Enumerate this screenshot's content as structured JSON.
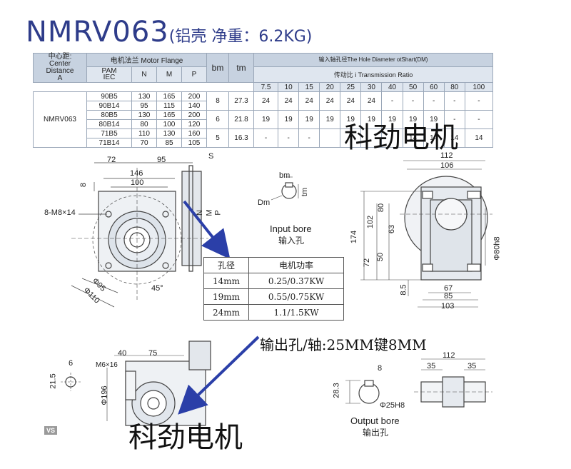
{
  "title": {
    "model": "NMRV063",
    "sub": "(铝壳 净重：6.2KG)"
  },
  "spec_table": {
    "center_distance_label": "中心距:",
    "center_distance_en": "Center Distance",
    "center_distance_sym": "A",
    "motor_flange_label": "电机法兰 Motor Flange",
    "pam_label": "PAM",
    "iec_label": "IEC",
    "cols": [
      "N",
      "M",
      "P",
      "bm",
      "tm"
    ],
    "input_bore_label": "输入轴孔径The Hole Diameter otShart(DM)",
    "ratio_label": "传动比 i Transmission Ratio",
    "ratios": [
      "7.5",
      "10",
      "15",
      "20",
      "25",
      "30",
      "40",
      "50",
      "60",
      "80",
      "100"
    ],
    "model": "NMRV063",
    "groups": [
      {
        "bm": "8",
        "tm": "27.3",
        "rows": [
          {
            "iec": "90B5",
            "n": "130",
            "m": "165",
            "p": "200"
          },
          {
            "iec": "90B14",
            "n": "95",
            "m": "115",
            "p": "140"
          }
        ],
        "bores": [
          "24",
          "24",
          "24",
          "24",
          "24",
          "24",
          "-",
          "-",
          "-",
          "-",
          "-"
        ]
      },
      {
        "bm": "6",
        "tm": "21.8",
        "rows": [
          {
            "iec": "80B5",
            "n": "130",
            "m": "165",
            "p": "200"
          },
          {
            "iec": "80B14",
            "n": "80",
            "m": "100",
            "p": "120"
          }
        ],
        "bores": [
          "19",
          "19",
          "19",
          "19",
          "19",
          "19",
          "19",
          "19",
          "19",
          "-",
          "-"
        ]
      },
      {
        "bm": "5",
        "tm": "16.3",
        "rows": [
          {
            "iec": "71B5",
            "n": "110",
            "m": "130",
            "p": "160"
          },
          {
            "iec": "71B14",
            "n": "70",
            "m": "85",
            "p": "105"
          }
        ],
        "bores": [
          "-",
          "-",
          "-",
          "",
          "",
          "",
          "",
          "14",
          "14",
          "14",
          "14"
        ]
      }
    ]
  },
  "watermark_top": "科劲电机",
  "watermark_bottom": "科劲电机",
  "power_table": {
    "h1": "孔径",
    "h2": "电机功率",
    "rows": [
      {
        "bore": "14mm",
        "power": "0.25/0.37KW"
      },
      {
        "bore": "19mm",
        "power": "0.55/0.75KW"
      },
      {
        "bore": "24mm",
        "power": "1.1/1.5KW"
      }
    ]
  },
  "output_note": "输出孔/轴:25MM键8MM",
  "input_bore": {
    "en": "Input bore",
    "cn": "输入孔",
    "bm": "bm",
    "tm": "tm",
    "dm": "Dm"
  },
  "output_bore": {
    "en": "Output bore",
    "cn": "输出孔",
    "key": "8",
    "h": "28.3",
    "d": "Φ25H8"
  },
  "dims_front": {
    "d72": "72",
    "d95": "95",
    "d146": "146",
    "d100": "100",
    "d8": "8",
    "holes": "8-M8×14",
    "s": "S",
    "n": "N",
    "m": "M",
    "p": "P",
    "d95c": "Φ95",
    "d110": "Φ110",
    "a45": "45°"
  },
  "dims_side": {
    "d112": "112",
    "d106": "106",
    "d174": "174",
    "d102": "102",
    "d80": "80",
    "d63": "63",
    "d72": "72",
    "d50": "50",
    "d85": "8.5",
    "d67": "67",
    "d85b": "85",
    "d103": "103",
    "d80h8": "Φ80h8"
  },
  "dims_bottom": {
    "d40": "40",
    "d75": "75",
    "d6": "6",
    "m6": "M6×16",
    "d215": "21.5",
    "d196": "Φ196"
  },
  "dims_shaft": {
    "d112": "112",
    "d35a": "35",
    "d35b": "35"
  },
  "badge": "VS",
  "colors": {
    "title": "#2e3c8a",
    "arrow": "#2b3fa8",
    "table_header": "#c7d2e0"
  }
}
